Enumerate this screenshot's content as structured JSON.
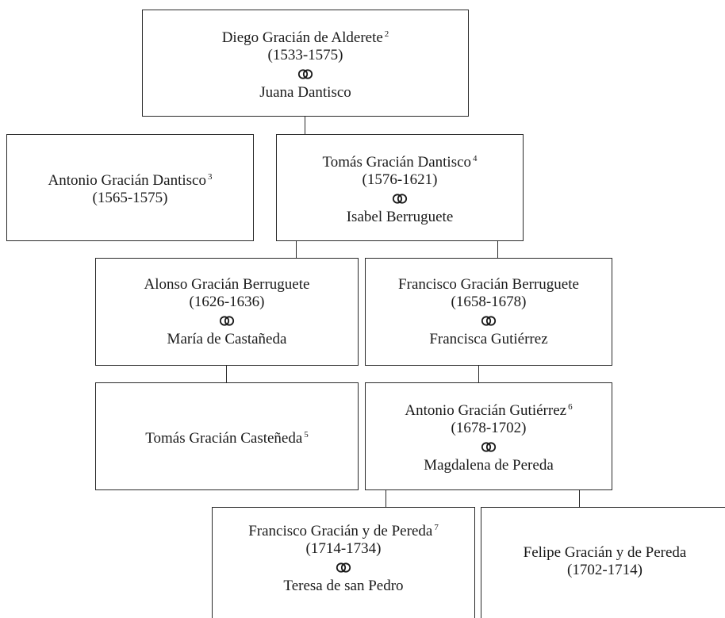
{
  "persons": {
    "diego": {
      "name": "Diego Gracián de Alderete",
      "note": "2",
      "years": "(1533-1575)",
      "spouse": "Juana Dantisco"
    },
    "antonio1": {
      "name": "Antonio Gracián Dantisco",
      "note": "3",
      "years": "(1565-1575)"
    },
    "tomas1": {
      "name": "Tomás Gracián Dantisco",
      "note": "4",
      "years": "(1576-1621)",
      "spouse": "Isabel Berruguete"
    },
    "alonso": {
      "name": "Alonso Gracián Berruguete",
      "years": "(1626-1636)",
      "spouse": "María de Castañeda"
    },
    "francisco1": {
      "name": "Francisco Gracián Berruguete",
      "years": "(1658-1678)",
      "spouse": "Francisca Gutiérrez"
    },
    "tomas2": {
      "name": "Tomás Gracián Casteñeda",
      "note": "5"
    },
    "antonio2": {
      "name": "Antonio Gracián Gutiérrez",
      "note": "6",
      "years": "(1678-1702)",
      "spouse": "Magdalena de Pereda"
    },
    "francisco2": {
      "name": "Francisco Gracián y de Pereda",
      "note": "7",
      "years": "(1714-1734)",
      "spouse": "Teresa de san Pedro"
    },
    "felipe": {
      "name": "Felipe Gracián y de Pereda",
      "years": "(1702-1714)"
    }
  }
}
